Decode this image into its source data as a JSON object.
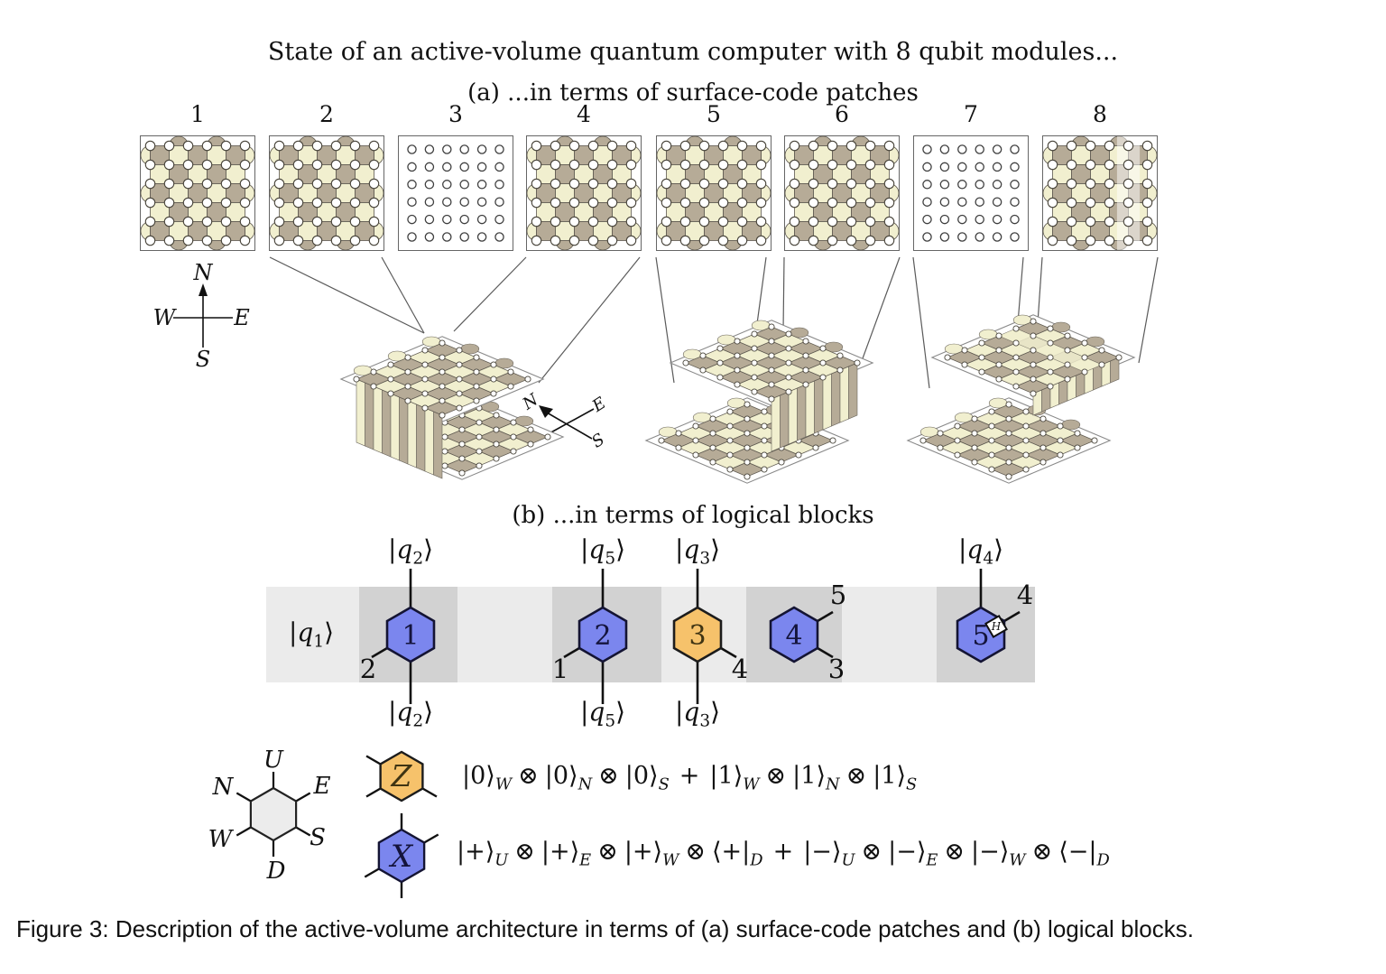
{
  "title": "State of an active-volume quantum computer with 8 qubit modules...",
  "caption": "Figure 3: Description of the active-volume architecture in terms of (a) surface-code patches and (b) logical blocks.",
  "colors": {
    "tan": "#b6ab97",
    "cream": "#f1efcf",
    "blue": "#7b86ee",
    "blue_border": "#141433",
    "blue_text": "#14143c",
    "orange": "#f6c26b",
    "orange_border": "#1c1c1c",
    "orange_text": "#3f3413",
    "band_light": "#ebebeb",
    "band_dark": "#d2d2d2",
    "legend_gray": "#ececec"
  },
  "section_a": {
    "heading": "(a) ...in terms of surface-code patches",
    "patches": [
      {
        "label": "1",
        "type": "code"
      },
      {
        "label": "2",
        "type": "code"
      },
      {
        "label": "3",
        "type": "empty"
      },
      {
        "label": "4",
        "type": "code"
      },
      {
        "label": "5",
        "type": "code"
      },
      {
        "label": "6",
        "type": "code"
      },
      {
        "label": "7",
        "type": "empty"
      },
      {
        "label": "8",
        "type": "code",
        "highlight": true
      }
    ],
    "compass_2d": {
      "n": "N",
      "s": "S",
      "e": "E",
      "w": "W"
    },
    "compass_3d": {
      "n": "N",
      "s": "S",
      "e": "E",
      "w": "W"
    }
  },
  "section_b": {
    "heading": "(b) ...in terms of logical blocks",
    "input_ket": {
      "pre": "|",
      "symbol": "q",
      "sub": "1",
      "post": "⟩"
    },
    "blocks": [
      {
        "number": "1",
        "gate": "X",
        "segment": "dark",
        "top_ket": {
          "pre": "|",
          "symbol": "q",
          "sub": "2",
          "post": "⟩"
        },
        "bottom_ket": {
          "pre": "|",
          "symbol": "q",
          "sub": "2",
          "post": "⟩"
        },
        "lines": [
          "up",
          "down"
        ],
        "legs": [
          {
            "dir": "sw",
            "port": "2"
          }
        ]
      },
      {
        "number": "2",
        "gate": "X",
        "segment": "dark",
        "top_ket": {
          "pre": "|",
          "symbol": "q",
          "sub": "5",
          "post": "⟩"
        },
        "bottom_ket": {
          "pre": "|",
          "symbol": "q",
          "sub": "5",
          "post": "⟩"
        },
        "lines": [
          "up",
          "down"
        ],
        "legs": [
          {
            "dir": "sw",
            "port": "1"
          }
        ]
      },
      {
        "number": "3",
        "gate": "Z",
        "segment": "light",
        "top_ket": {
          "pre": "|",
          "symbol": "q",
          "sub": "3",
          "post": "⟩"
        },
        "bottom_ket": {
          "pre": "|",
          "symbol": "q",
          "sub": "3",
          "post": "⟩"
        },
        "lines": [
          "up",
          "down"
        ],
        "legs": [
          {
            "dir": "se",
            "port": "4"
          }
        ]
      },
      {
        "number": "4",
        "gate": "X",
        "segment": "dark",
        "lines": [],
        "legs": [
          {
            "dir": "ne",
            "port": "5"
          },
          {
            "dir": "se",
            "port": "3"
          }
        ]
      },
      {
        "number": "5",
        "gate": "X",
        "segment": "dark",
        "top_ket": {
          "pre": "|",
          "symbol": "q",
          "sub": "4",
          "post": "⟩"
        },
        "lines": [
          "up"
        ],
        "legs": [
          {
            "dir": "ne",
            "port": "4"
          }
        ],
        "hadamard": "H"
      }
    ]
  },
  "legend": {
    "directions": {
      "u": "U",
      "d": "D",
      "n": "N",
      "s": "S",
      "e": "E",
      "w": "W"
    },
    "z_block": {
      "label": "Z",
      "formula": [
        {
          "k": "|0⟩",
          "s": "W"
        },
        {
          "op": "⊗"
        },
        {
          "k": "|0⟩",
          "s": "N"
        },
        {
          "op": "⊗"
        },
        {
          "k": "|0⟩",
          "s": "S"
        },
        {
          "op": "+",
          "plus": true
        },
        {
          "k": "|1⟩",
          "s": "W"
        },
        {
          "op": "⊗"
        },
        {
          "k": "|1⟩",
          "s": "N"
        },
        {
          "op": "⊗"
        },
        {
          "k": "|1⟩",
          "s": "S"
        }
      ]
    },
    "x_block": {
      "label": "X",
      "formula": [
        {
          "k": "|+⟩",
          "s": "U"
        },
        {
          "op": "⊗"
        },
        {
          "k": "|+⟩",
          "s": "E"
        },
        {
          "op": "⊗"
        },
        {
          "k": "|+⟩",
          "s": "W"
        },
        {
          "op": "⊗"
        },
        {
          "k": "⟨+|",
          "s": "D"
        },
        {
          "op": "+",
          "plus": true
        },
        {
          "k": "|−⟩",
          "s": "U"
        },
        {
          "op": "⊗"
        },
        {
          "k": "|−⟩",
          "s": "E"
        },
        {
          "op": "⊗"
        },
        {
          "k": "|−⟩",
          "s": "W"
        },
        {
          "op": "⊗"
        },
        {
          "k": "⟨−|",
          "s": "D"
        }
      ]
    }
  }
}
